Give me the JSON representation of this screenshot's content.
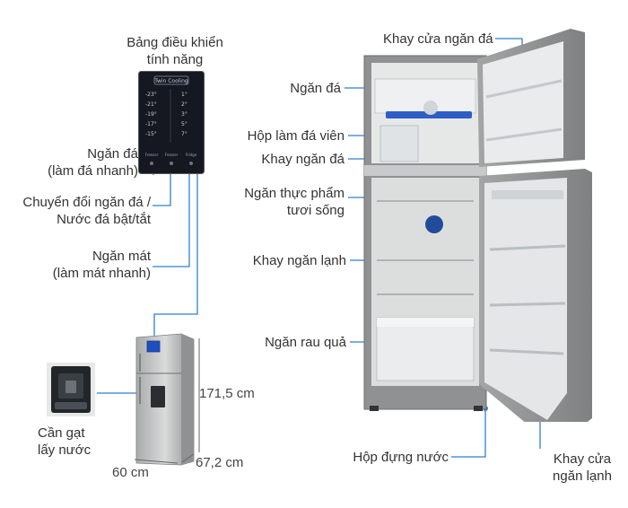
{
  "labels": {
    "control_panel": [
      "Bảng điều khiển",
      "tính năng"
    ],
    "fast_freeze": [
      "Ngăn đá",
      "(làm đá nhanh)"
    ],
    "mode_switch": [
      "Chuyển đổi ngăn đá /",
      "Nước đá bật/tắt"
    ],
    "fast_cool": [
      "Ngăn mát",
      "(làm mát nhanh)"
    ],
    "water_lever": [
      "Cần gạt",
      "lấy nước"
    ],
    "freezer_door_tray": "Khay cửa ngăn đá",
    "freezer": "Ngăn đá",
    "ice_maker": "Hộp làm đá viên",
    "freezer_tray": "Khay ngăn đá",
    "fresh_food": [
      "Ngăn thực phẩm",
      "tươi sống"
    ],
    "fridge_shelf": "Khay ngăn lạnh",
    "crisper": "Ngăn rau quả",
    "water_tank": "Hộp đựng nước",
    "fridge_door_tray": [
      "Khay cửa",
      "ngăn lạnh"
    ]
  },
  "panel": {
    "title": "Twin Cooling",
    "freezer_temps": [
      "-23°",
      "-21°",
      "-19°",
      "-17°",
      "-15°"
    ],
    "fridge_temps": [
      "1°",
      "2°",
      "3°",
      "5°",
      "7°"
    ],
    "buttons": [
      "Freezer\nPower Freeze",
      "Freezer\nConversion",
      "Fridge\nPower Cool"
    ]
  },
  "dimensions": {
    "height": "171,5 cm",
    "width": "60 cm",
    "depth": "67,2 cm"
  },
  "colors": {
    "leader": "#2f7fd1",
    "dot": "#2f7fd1",
    "fridge_body": "#8d8e8e",
    "interior": "#dcdede"
  }
}
